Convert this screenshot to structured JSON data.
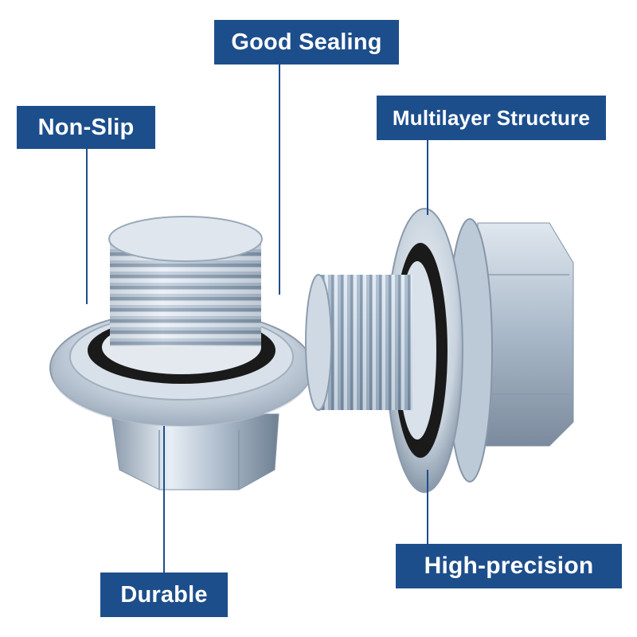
{
  "labels": {
    "good_sealing": "Good Sealing",
    "non_slip": "Non-Slip",
    "multilayer_structure": "Multilayer Structure",
    "high_precision": "High-precision",
    "durable": "Durable"
  },
  "colors": {
    "label_background": "#1d4e8c",
    "label_text": "#ffffff",
    "leader_line": "#1d4e8c",
    "metal": "#c9d6e3",
    "gasket_rubber": "#1a1a1a"
  },
  "image": {
    "subject": "two zinc-plated drain plug bolts with rubber-sealed washers"
  }
}
